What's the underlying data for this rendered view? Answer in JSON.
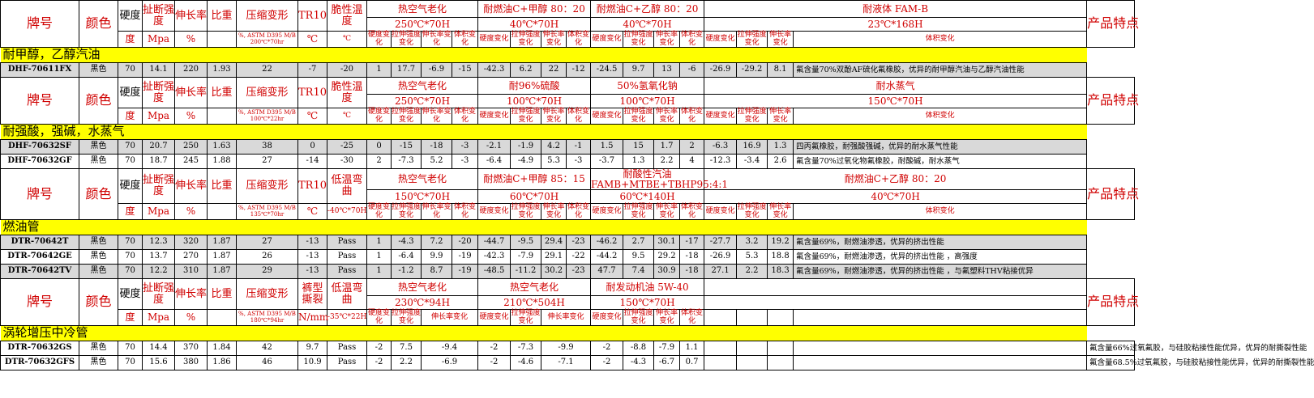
{
  "headers": {
    "grade": "牌号",
    "color": "颜色",
    "hardness": "硬度",
    "tensile": "扯断强度",
    "elongation": "伸长率",
    "specific_gravity": "比重",
    "compression": "压缩变形",
    "tr10": "TR10",
    "features": "产品特点",
    "u_hardness": "度",
    "u_tensile": "Mpa",
    "u_elong": "%",
    "u_deg": "℃",
    "u_hardness_chg": "硬度变化",
    "u_tensile_chg": "拉伸强度变化",
    "u_elong_chg": "伸长率变化",
    "u_volume_chg": "体积变化"
  },
  "blocks": [
    {
      "brittle_label": "脆性温度",
      "compression_unit": "%, ASTM D395 M/B 200℃*70hr",
      "brittle_unit": "℃",
      "tests": [
        {
          "name": "热空气老化",
          "cond": "250℃*70H"
        },
        {
          "name": "耐燃油C+甲醇 80：20",
          "cond": "40℃*70H"
        },
        {
          "name": "耐燃油C+乙醇 80：20",
          "cond": "40℃*70H"
        },
        {
          "name": "耐液体 FAM-B",
          "cond": "23℃*168H"
        }
      ],
      "section": "耐甲醇，乙醇汽油",
      "rows": [
        {
          "grade": "DHF-70611FX",
          "color": "黑色",
          "v": [
            "70",
            "14.1",
            "220",
            "1.93",
            "22",
            "-7",
            "-20",
            "1",
            "17.7",
            "-6.9",
            "-15",
            "-42.3",
            "6.2",
            "22",
            "-12",
            "-24.5",
            "9.7",
            "13",
            "-6",
            "-26.9",
            "-29.2",
            "8.1"
          ],
          "feature": "氟含量70%双酚AF硫化氟橡胶，优异的耐甲醇汽油与乙醇汽油性能"
        }
      ]
    },
    {
      "brittle_label": "脆性温度",
      "compression_unit": "%, ASTM D395 M/B 100℃*22hr",
      "brittle_unit": "℃",
      "tests": [
        {
          "name": "热空气老化",
          "cond": "250℃*70H"
        },
        {
          "name": "耐96%硫酸",
          "cond": "100℃*70H"
        },
        {
          "name": "50%氢氧化钠",
          "cond": "100℃*70H"
        },
        {
          "name": "耐水蒸气",
          "cond": "150℃*70H"
        }
      ],
      "section": "耐强酸，强碱，水蒸气",
      "rows": [
        {
          "grade": "DHF-70632SF",
          "color": "黑色",
          "v": [
            "70",
            "20.7",
            "250",
            "1.63",
            "38",
            "0",
            "-25",
            "0",
            "-15",
            "-18",
            "-3",
            "-2.1",
            "-1.9",
            "4.2",
            "-1",
            "1.5",
            "15",
            "1.7",
            "2",
            "-6.3",
            "16.9",
            "1.3"
          ],
          "feature": "四丙氟橡胶，耐强酸强碱，优异的耐水蒸气性能"
        },
        {
          "grade": "DHF-70632GF",
          "color": "黑色",
          "v": [
            "70",
            "18.7",
            "245",
            "1.88",
            "27",
            "-14",
            "-30",
            "2",
            "-7.3",
            "5.2",
            "-3",
            "-6.4",
            "-4.9",
            "5.3",
            "-3",
            "-3.7",
            "1.3",
            "2.2",
            "4",
            "-12.3",
            "-3.4",
            "2.6"
          ],
          "feature": "氟含量70%过氧化物氟橡胶，耐酸碱，耐水蒸气"
        }
      ]
    },
    {
      "brittle_label": "低温弯曲",
      "compression_unit": "%, ASTM D395 M/B 135℃*70hr",
      "brittle_unit": "-40℃*70H",
      "tests": [
        {
          "name": "热空气老化",
          "cond": "150℃*70H"
        },
        {
          "name": "耐燃油C+甲醇 85：15",
          "cond": "60℃*70H"
        },
        {
          "name": "耐酸性汽油 FAMB+MTBE+TBHP95:4:1",
          "cond": "60℃*140H"
        },
        {
          "name": "耐燃油C+乙醇 80：20",
          "cond": "40℃*70H"
        }
      ],
      "section": "燃油管",
      "rows": [
        {
          "grade": "DTR-70642T",
          "color": "黑色",
          "v": [
            "70",
            "12.3",
            "320",
            "1.87",
            "27",
            "-13",
            "Pass",
            "1",
            "-4.3",
            "7.2",
            "-20",
            "-44.7",
            "-9.5",
            "29.4",
            "-23",
            "-46.2",
            "2.7",
            "30.1",
            "-17",
            "-27.7",
            "3.2",
            "19.2"
          ],
          "feature": "氟含量69%，耐燃油渗透，优异的挤出性能"
        },
        {
          "grade": "DTR-70642GE",
          "color": "黑色",
          "v": [
            "70",
            "13.7",
            "270",
            "1.87",
            "26",
            "-13",
            "Pass",
            "1",
            "-6.4",
            "9.9",
            "-19",
            "-42.3",
            "-7.9",
            "29.1",
            "-22",
            "-44.2",
            "9.5",
            "29.2",
            "-18",
            "-26.9",
            "5.3",
            "18.8"
          ],
          "feature": "氟含量69%，耐燃油渗透，优异的挤出性能 ，高强度"
        },
        {
          "grade": "DTR-70642TV",
          "color": "黑色",
          "v": [
            "70",
            "12.2",
            "310",
            "1.87",
            "29",
            "-13",
            "Pass",
            "1",
            "-1.2",
            "8.7",
            "-19",
            "-48.5",
            "-11.2",
            "30.2",
            "-23",
            "47.7",
            "7.4",
            "30.9",
            "-18",
            "27.1",
            "2.2",
            "18.3"
          ],
          "feature": "氟含量69%，耐燃油渗透，优异的挤出性能 ，与氟塑料THV粘接优异"
        }
      ]
    },
    {
      "brittle_label": "低温弯曲",
      "tr_label": "裤型撕裂",
      "tr_unit": "N/mm",
      "compression_unit": "%, ASTM D395 M/B 180℃*94hr",
      "brittle_unit": "-35℃*22H",
      "tests": [
        {
          "name": "热空气老化",
          "cond": "230℃*94H"
        },
        {
          "name": "热空气老化",
          "cond": "210℃*504H"
        },
        {
          "name": "耐发动机油 5W-40",
          "cond": "150℃*70H"
        }
      ],
      "section": "涡轮增压中冷管",
      "rows": [
        {
          "grade": "DTR-70632GS",
          "color": "黑色",
          "v": [
            "70",
            "14.4",
            "370",
            "1.84",
            "42",
            "9.7",
            "Pass",
            "-2",
            "7.5",
            "-9.4",
            "-2",
            "-7.3",
            "-9.9",
            "-2",
            "-8.8",
            "-7.9",
            "1.1"
          ],
          "feature": "氟含量66%过氧氟胶，与硅胶粘接性能优异，优异的耐撕裂性能"
        },
        {
          "grade": "DTR-70632GFS",
          "color": "黑色",
          "v": [
            "70",
            "15.6",
            "380",
            "1.86",
            "46",
            "10.9",
            "Pass",
            "-2",
            "2.2",
            "-6.9",
            "-2",
            "-4.6",
            "-7.1",
            "-2",
            "-4.3",
            "-6.7",
            "0.7"
          ],
          "feature": "氟含量68.5%过氧氟胶，与硅胶粘接性能优异，优异的耐撕裂性能"
        }
      ]
    }
  ]
}
